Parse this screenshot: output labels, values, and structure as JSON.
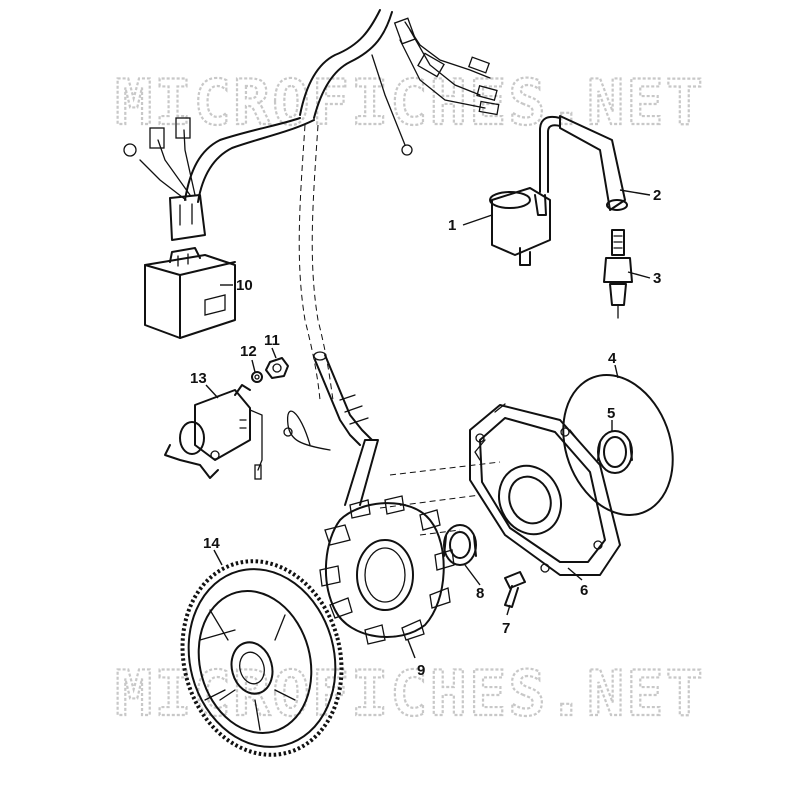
{
  "watermark": {
    "text_top": "MICROFICHES.NET",
    "text_bottom": "MICROFICHES.NET"
  },
  "callouts": [
    {
      "id": "1",
      "label": "1"
    },
    {
      "id": "2",
      "label": "2"
    },
    {
      "id": "3",
      "label": "3"
    },
    {
      "id": "4",
      "label": "4"
    },
    {
      "id": "5",
      "label": "5"
    },
    {
      "id": "6",
      "label": "6"
    },
    {
      "id": "7",
      "label": "7"
    },
    {
      "id": "8",
      "label": "8"
    },
    {
      "id": "9",
      "label": "9"
    },
    {
      "id": "10",
      "label": "10"
    },
    {
      "id": "11",
      "label": "11"
    },
    {
      "id": "12",
      "label": "12"
    },
    {
      "id": "13",
      "label": "13"
    },
    {
      "id": "14",
      "label": "14"
    }
  ],
  "colors": {
    "line": "#111111",
    "watermark": "#c8c8c8",
    "background": "#ffffff"
  }
}
